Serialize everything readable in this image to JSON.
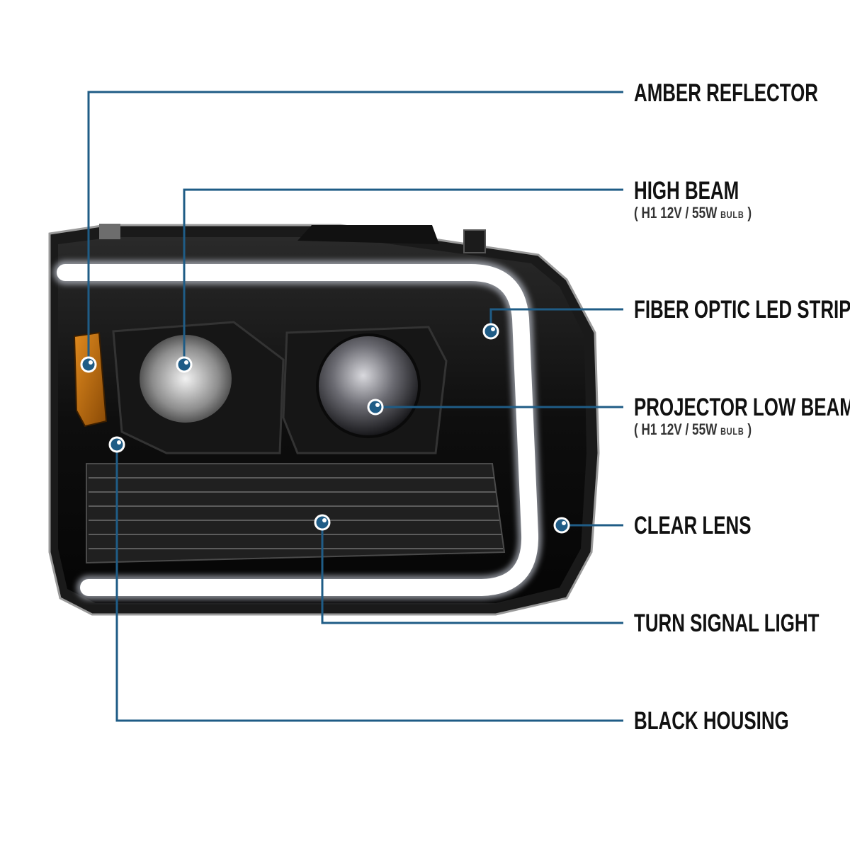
{
  "colors": {
    "callout": "#1f5c86",
    "housing": "#0c0c0c",
    "amber": "#c8720e",
    "led": "#ffffff"
  },
  "callouts": [
    {
      "title": "AMBER REFLECTOR"
    },
    {
      "title": "HIGH BEAM",
      "sub_open": "(",
      "sub_spec": "H1  12V / 55W",
      "sub_unit": "BULB",
      "sub_close": ")"
    },
    {
      "title": "FIBER OPTIC LED STRIP"
    },
    {
      "title": "PROJECTOR LOW BEAM",
      "sub_open": "(",
      "sub_spec": "H1  12V / 55W",
      "sub_unit": "BULB",
      "sub_close": ")"
    },
    {
      "title": "CLEAR LENS"
    },
    {
      "title": "TURN SIGNAL LIGHT"
    },
    {
      "title": "BLACK HOUSING"
    }
  ]
}
